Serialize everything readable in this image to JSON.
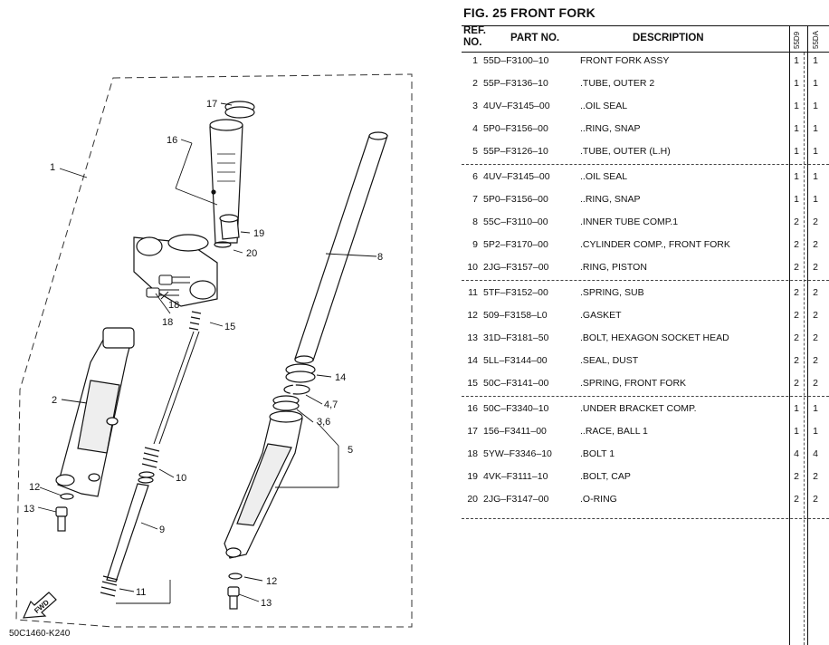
{
  "figure": {
    "title": "FIG. 25  FRONT FORK",
    "diagram_code": "50C1460-K240",
    "fwd_label": "FWD"
  },
  "table": {
    "headers": {
      "ref": "REF.",
      "no": "NO.",
      "part_no": "PART NO.",
      "description": "DESCRIPTION",
      "model1": "55D9",
      "model2": "55DA"
    },
    "rows": [
      {
        "ref": "1",
        "part": "55D–F3100–10",
        "desc": "FRONT FORK ASSY",
        "q1": "1",
        "q2": "1"
      },
      {
        "ref": "2",
        "part": "55P–F3136–10",
        "desc": ".TUBE, OUTER 2",
        "q1": "1",
        "q2": "1"
      },
      {
        "ref": "3",
        "part": "4UV–F3145–00",
        "desc": "..OIL SEAL",
        "q1": "1",
        "q2": "1"
      },
      {
        "ref": "4",
        "part": "5P0–F3156–00",
        "desc": "..RING, SNAP",
        "q1": "1",
        "q2": "1"
      },
      {
        "ref": "5",
        "part": "55P–F3126–10",
        "desc": ".TUBE, OUTER (L.H)",
        "q1": "1",
        "q2": "1"
      },
      {
        "ref": "6",
        "part": "4UV–F3145–00",
        "desc": "..OIL SEAL",
        "q1": "1",
        "q2": "1"
      },
      {
        "ref": "7",
        "part": "5P0–F3156–00",
        "desc": "..RING, SNAP",
        "q1": "1",
        "q2": "1"
      },
      {
        "ref": "8",
        "part": "55C–F3110–00",
        "desc": ".INNER TUBE COMP.1",
        "q1": "2",
        "q2": "2"
      },
      {
        "ref": "9",
        "part": "5P2–F3170–00",
        "desc": ".CYLINDER COMP., FRONT FORK",
        "q1": "2",
        "q2": "2"
      },
      {
        "ref": "10",
        "part": "2JG–F3157–00",
        "desc": ".RING, PISTON",
        "q1": "2",
        "q2": "2"
      },
      {
        "ref": "11",
        "part": "5TF–F3152–00",
        "desc": ".SPRING, SUB",
        "q1": "2",
        "q2": "2"
      },
      {
        "ref": "12",
        "part": "509–F3158–L0",
        "desc": ".GASKET",
        "q1": "2",
        "q2": "2"
      },
      {
        "ref": "13",
        "part": "31D–F3181–50",
        "desc": ".BOLT, HEXAGON SOCKET HEAD",
        "q1": "2",
        "q2": "2"
      },
      {
        "ref": "14",
        "part": "5LL–F3144–00",
        "desc": ".SEAL, DUST",
        "q1": "2",
        "q2": "2"
      },
      {
        "ref": "15",
        "part": "50C–F3141–00",
        "desc": ".SPRING, FRONT FORK",
        "q1": "2",
        "q2": "2"
      },
      {
        "ref": "16",
        "part": "50C–F3340–10",
        "desc": ".UNDER BRACKET COMP.",
        "q1": "1",
        "q2": "1"
      },
      {
        "ref": "17",
        "part": "156–F3411–00",
        "desc": "..RACE, BALL 1",
        "q1": "1",
        "q2": "1"
      },
      {
        "ref": "18",
        "part": "5YW–F3346–10",
        "desc": ".BOLT 1",
        "q1": "4",
        "q2": "4"
      },
      {
        "ref": "19",
        "part": "4VK–F3111–10",
        "desc": ".BOLT, CAP",
        "q1": "2",
        "q2": "2"
      },
      {
        "ref": "20",
        "part": "2JG–F3147–00",
        "desc": ".O-RING",
        "q1": "2",
        "q2": "2"
      }
    ]
  },
  "callouts": {
    "c1": "1",
    "c2": "2",
    "c8": "8",
    "c9": "9",
    "c10": "10",
    "c11": "11",
    "c12a": "12",
    "c12b": "12",
    "c13a": "13",
    "c13b": "13",
    "c14": "14",
    "c15": "15",
    "c16": "16",
    "c17": "17",
    "c18a": "18",
    "c18b": "18",
    "c19": "19",
    "c20": "20",
    "c47": "4,7",
    "c36": "3,6",
    "c5": "5"
  }
}
